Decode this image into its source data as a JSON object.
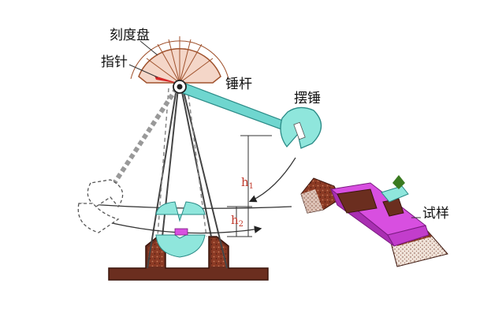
{
  "labels": {
    "dial": "刻度盘",
    "pointer": "指针",
    "hammer_rod": "锤杆",
    "pendulum_hammer": "摆锤",
    "specimen": "试样",
    "h1_main": "h",
    "h1_sub": "1",
    "h2_main": "h",
    "h2_sub": "2"
  },
  "colors": {
    "dial_fill": "#f4d6c8",
    "dial_stroke": "#a0522d",
    "rod": "#6fd6cf",
    "rod_stroke": "#2a8a86",
    "hammer": "#8fe6dc",
    "base": "#6b2e1f",
    "frame": "#444444",
    "specimen": "#d84fe0",
    "pointer": "#d62828",
    "height_text": "#c0392b"
  }
}
